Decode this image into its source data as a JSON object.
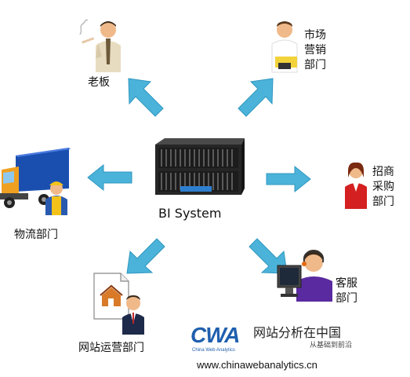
{
  "center": {
    "label": "BI System"
  },
  "departments": {
    "boss": "老板",
    "marketing": "市场\n营销\n部门",
    "logistics": "物流部门",
    "procurement": "招商\n采购\n部门",
    "web_ops": "网站运营部门",
    "customer_service": "客服\n部门"
  },
  "logo": {
    "mark": "CWA",
    "mark_sub": "China Web Analytics",
    "cn_title": "网站分析在中国",
    "cn_slogan": "从基础到前沿",
    "url": "www.chinawebanalytics.cn"
  },
  "colors": {
    "arrow": "#4bb3d9",
    "logo_blue": "#1f5fae",
    "truck_orange": "#f0a020"
  }
}
